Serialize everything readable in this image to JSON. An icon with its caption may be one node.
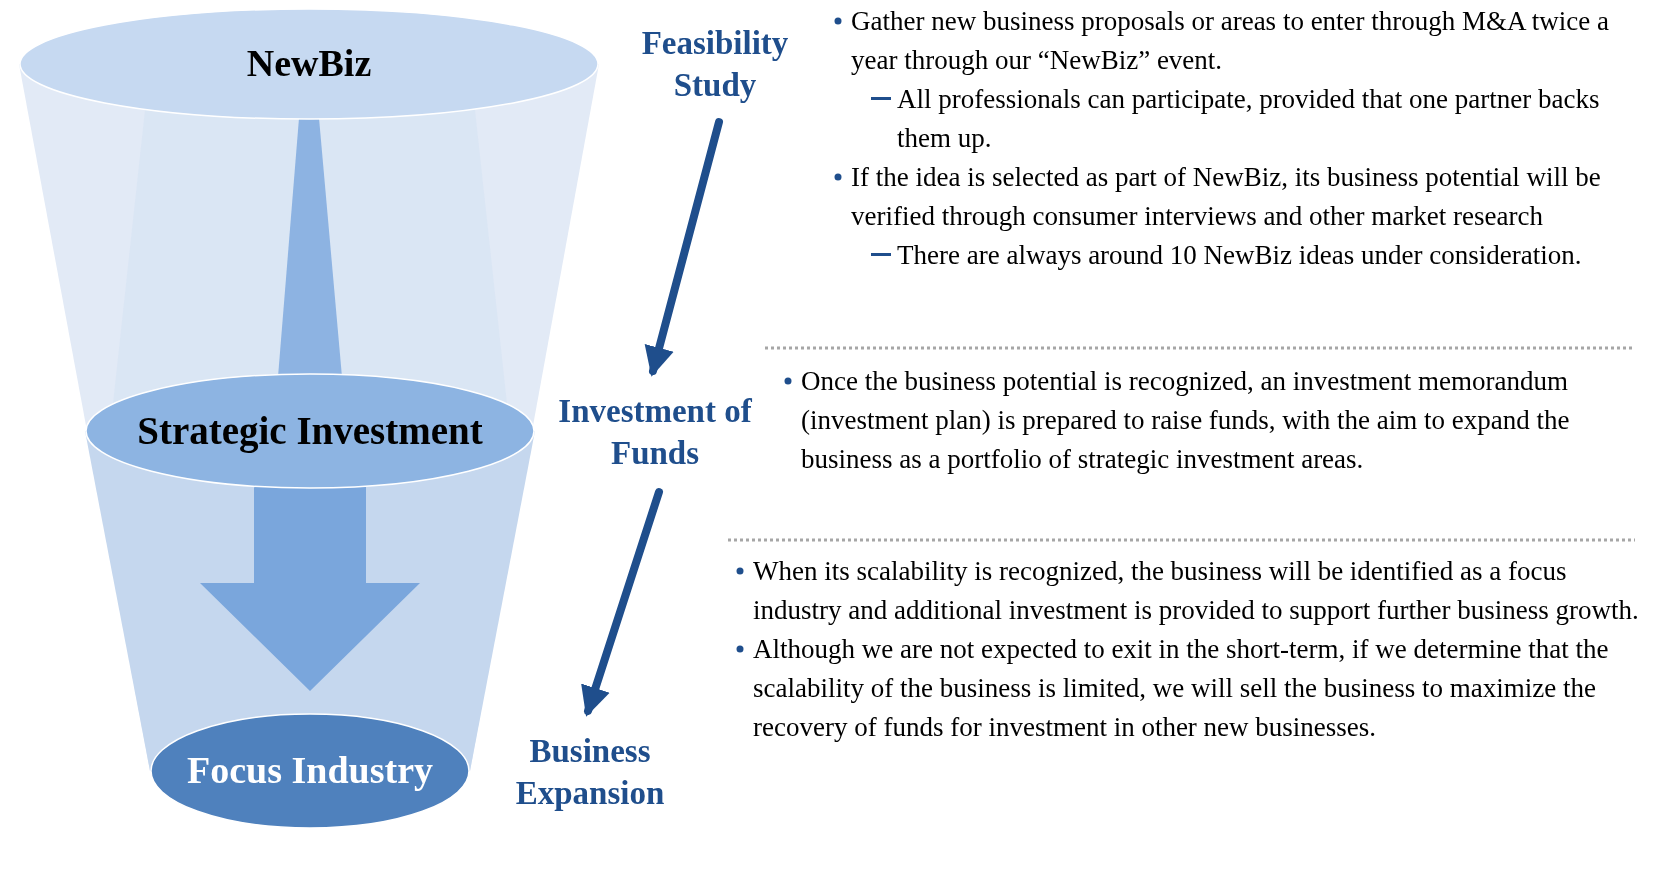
{
  "diagram": {
    "nodes": [
      {
        "text": [
          "NewBiz"
        ]
      },
      {
        "text": [
          "Strategic Investment"
        ]
      },
      {
        "text": [
          "Focus Industry"
        ]
      },
      {
        "text": [
          "Feasibility Study"
        ]
      },
      {
        "text": [
          "Investment of Funds"
        ]
      },
      {
        "text": [
          "Business Expansion"
        ]
      }
    ],
    "edges": [
      {
        "from": 0,
        "to": 1,
        "arrow": "none",
        "style": "thick",
        "color": "#8db3e2"
      },
      {
        "from": 1,
        "to": 2,
        "arrow": "to",
        "style": "thick",
        "color": "#7aa6dc"
      },
      {
        "from": 3,
        "to": 4,
        "arrow": "to",
        "color": "#1f4e8c"
      },
      {
        "from": 4,
        "to": 5,
        "arrow": "to",
        "color": "#1f4e8c"
      }
    ],
    "labels": [
      "Gather new business proposals or areas to enter through M&A twice a year through our “NewBiz” event.",
      "All professionals can participate, provided that one partner backs them up.",
      "If the idea is selected as part of NewBiz, its business potential will be verified through consumer interviews and other market research",
      "There are always around 10 NewBiz ideas under consideration.",
      "Once the business potential is recognized, an investment memorandum (investment plan) is prepared to raise funds, with the aim to expand the business as a portfolio of strategic investment areas.",
      "When its scalability is recognized, the business will be identified as a focus industry and additional investment is provided to support further business growth.",
      "Although we are not expected to exit in the short-term, if we determine that the scalability of the business is limited, we will sell the business to maximize the recovery of funds for investment in other new businesses."
    ]
  }
}
